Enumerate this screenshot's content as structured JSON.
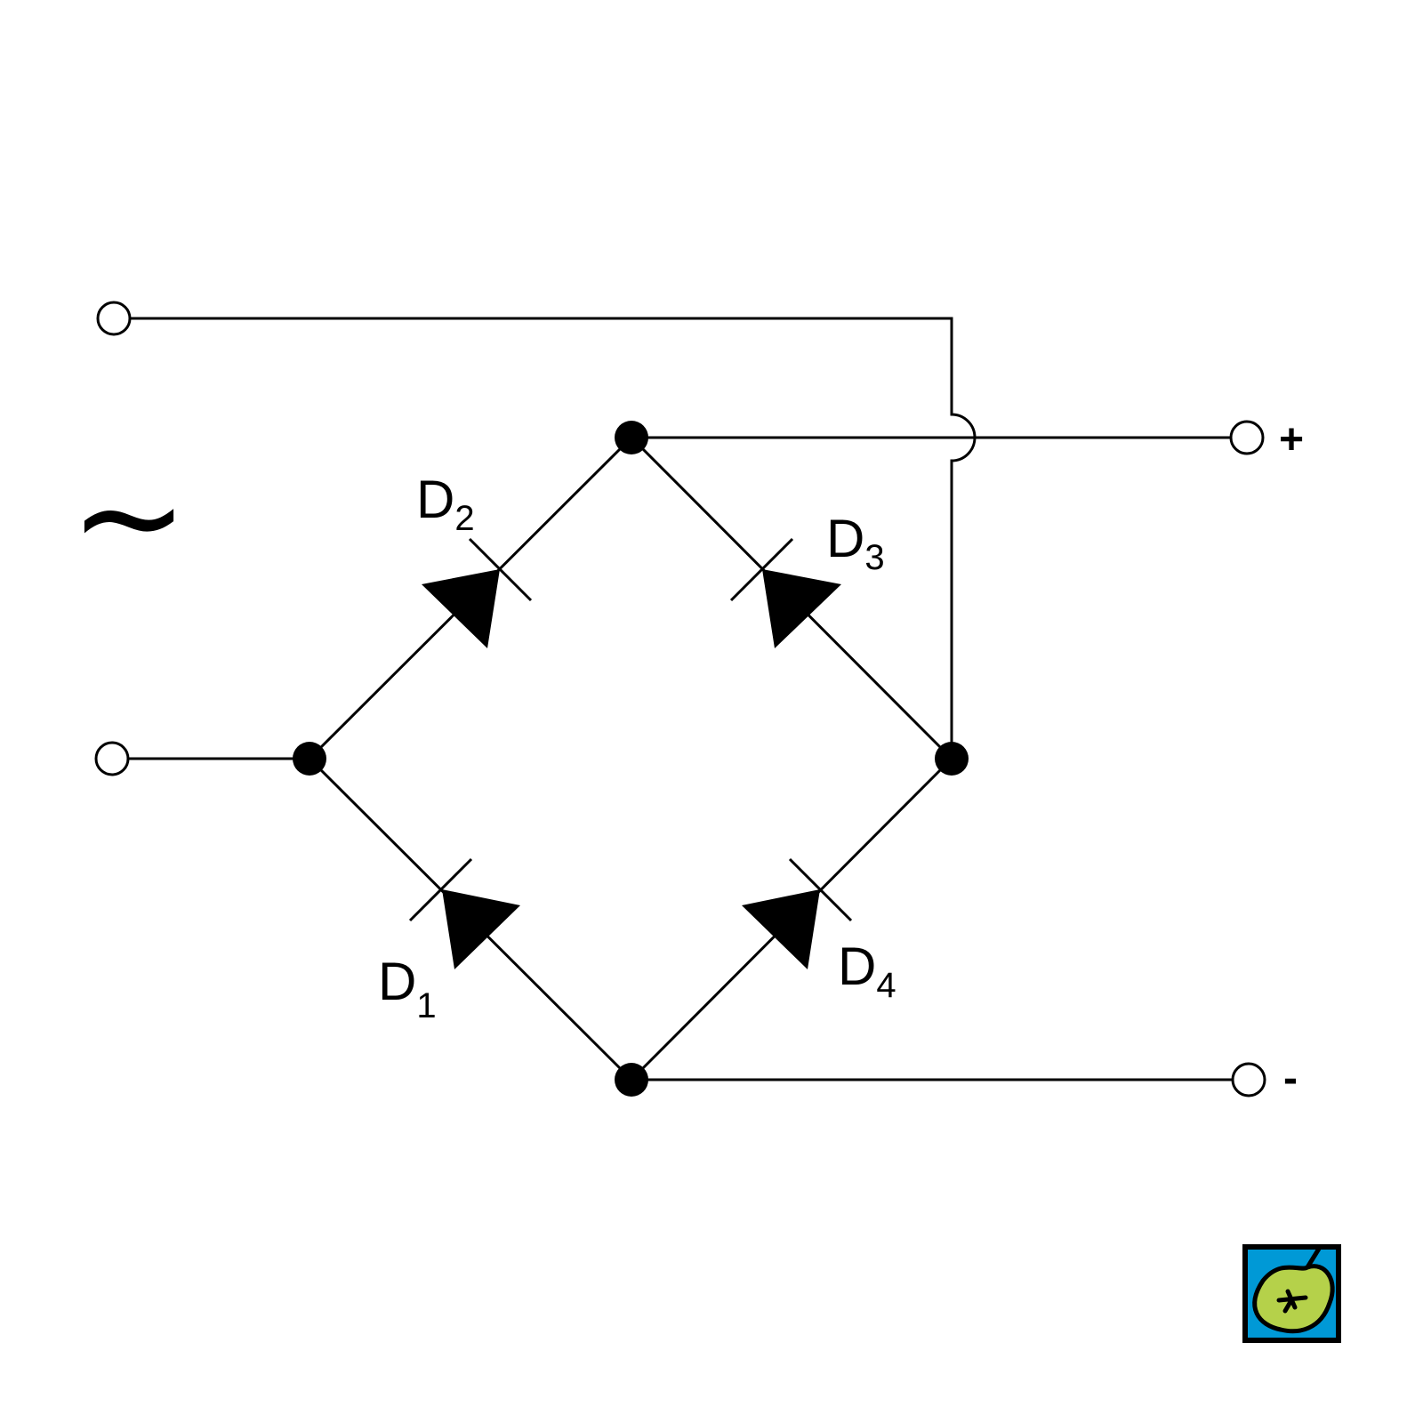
{
  "diagram": {
    "title": "Bridge rectifier",
    "ac_symbol": "~",
    "diodes": [
      {
        "letter": "D",
        "index": "1"
      },
      {
        "letter": "D",
        "index": "2"
      },
      {
        "letter": "D",
        "index": "3"
      },
      {
        "letter": "D",
        "index": "4"
      }
    ],
    "terminals": {
      "positive": "+",
      "negative": "-"
    }
  },
  "colors": {
    "line": "#000000",
    "logo_bg": "#0099d6",
    "logo_apple": "#b5d14a"
  }
}
